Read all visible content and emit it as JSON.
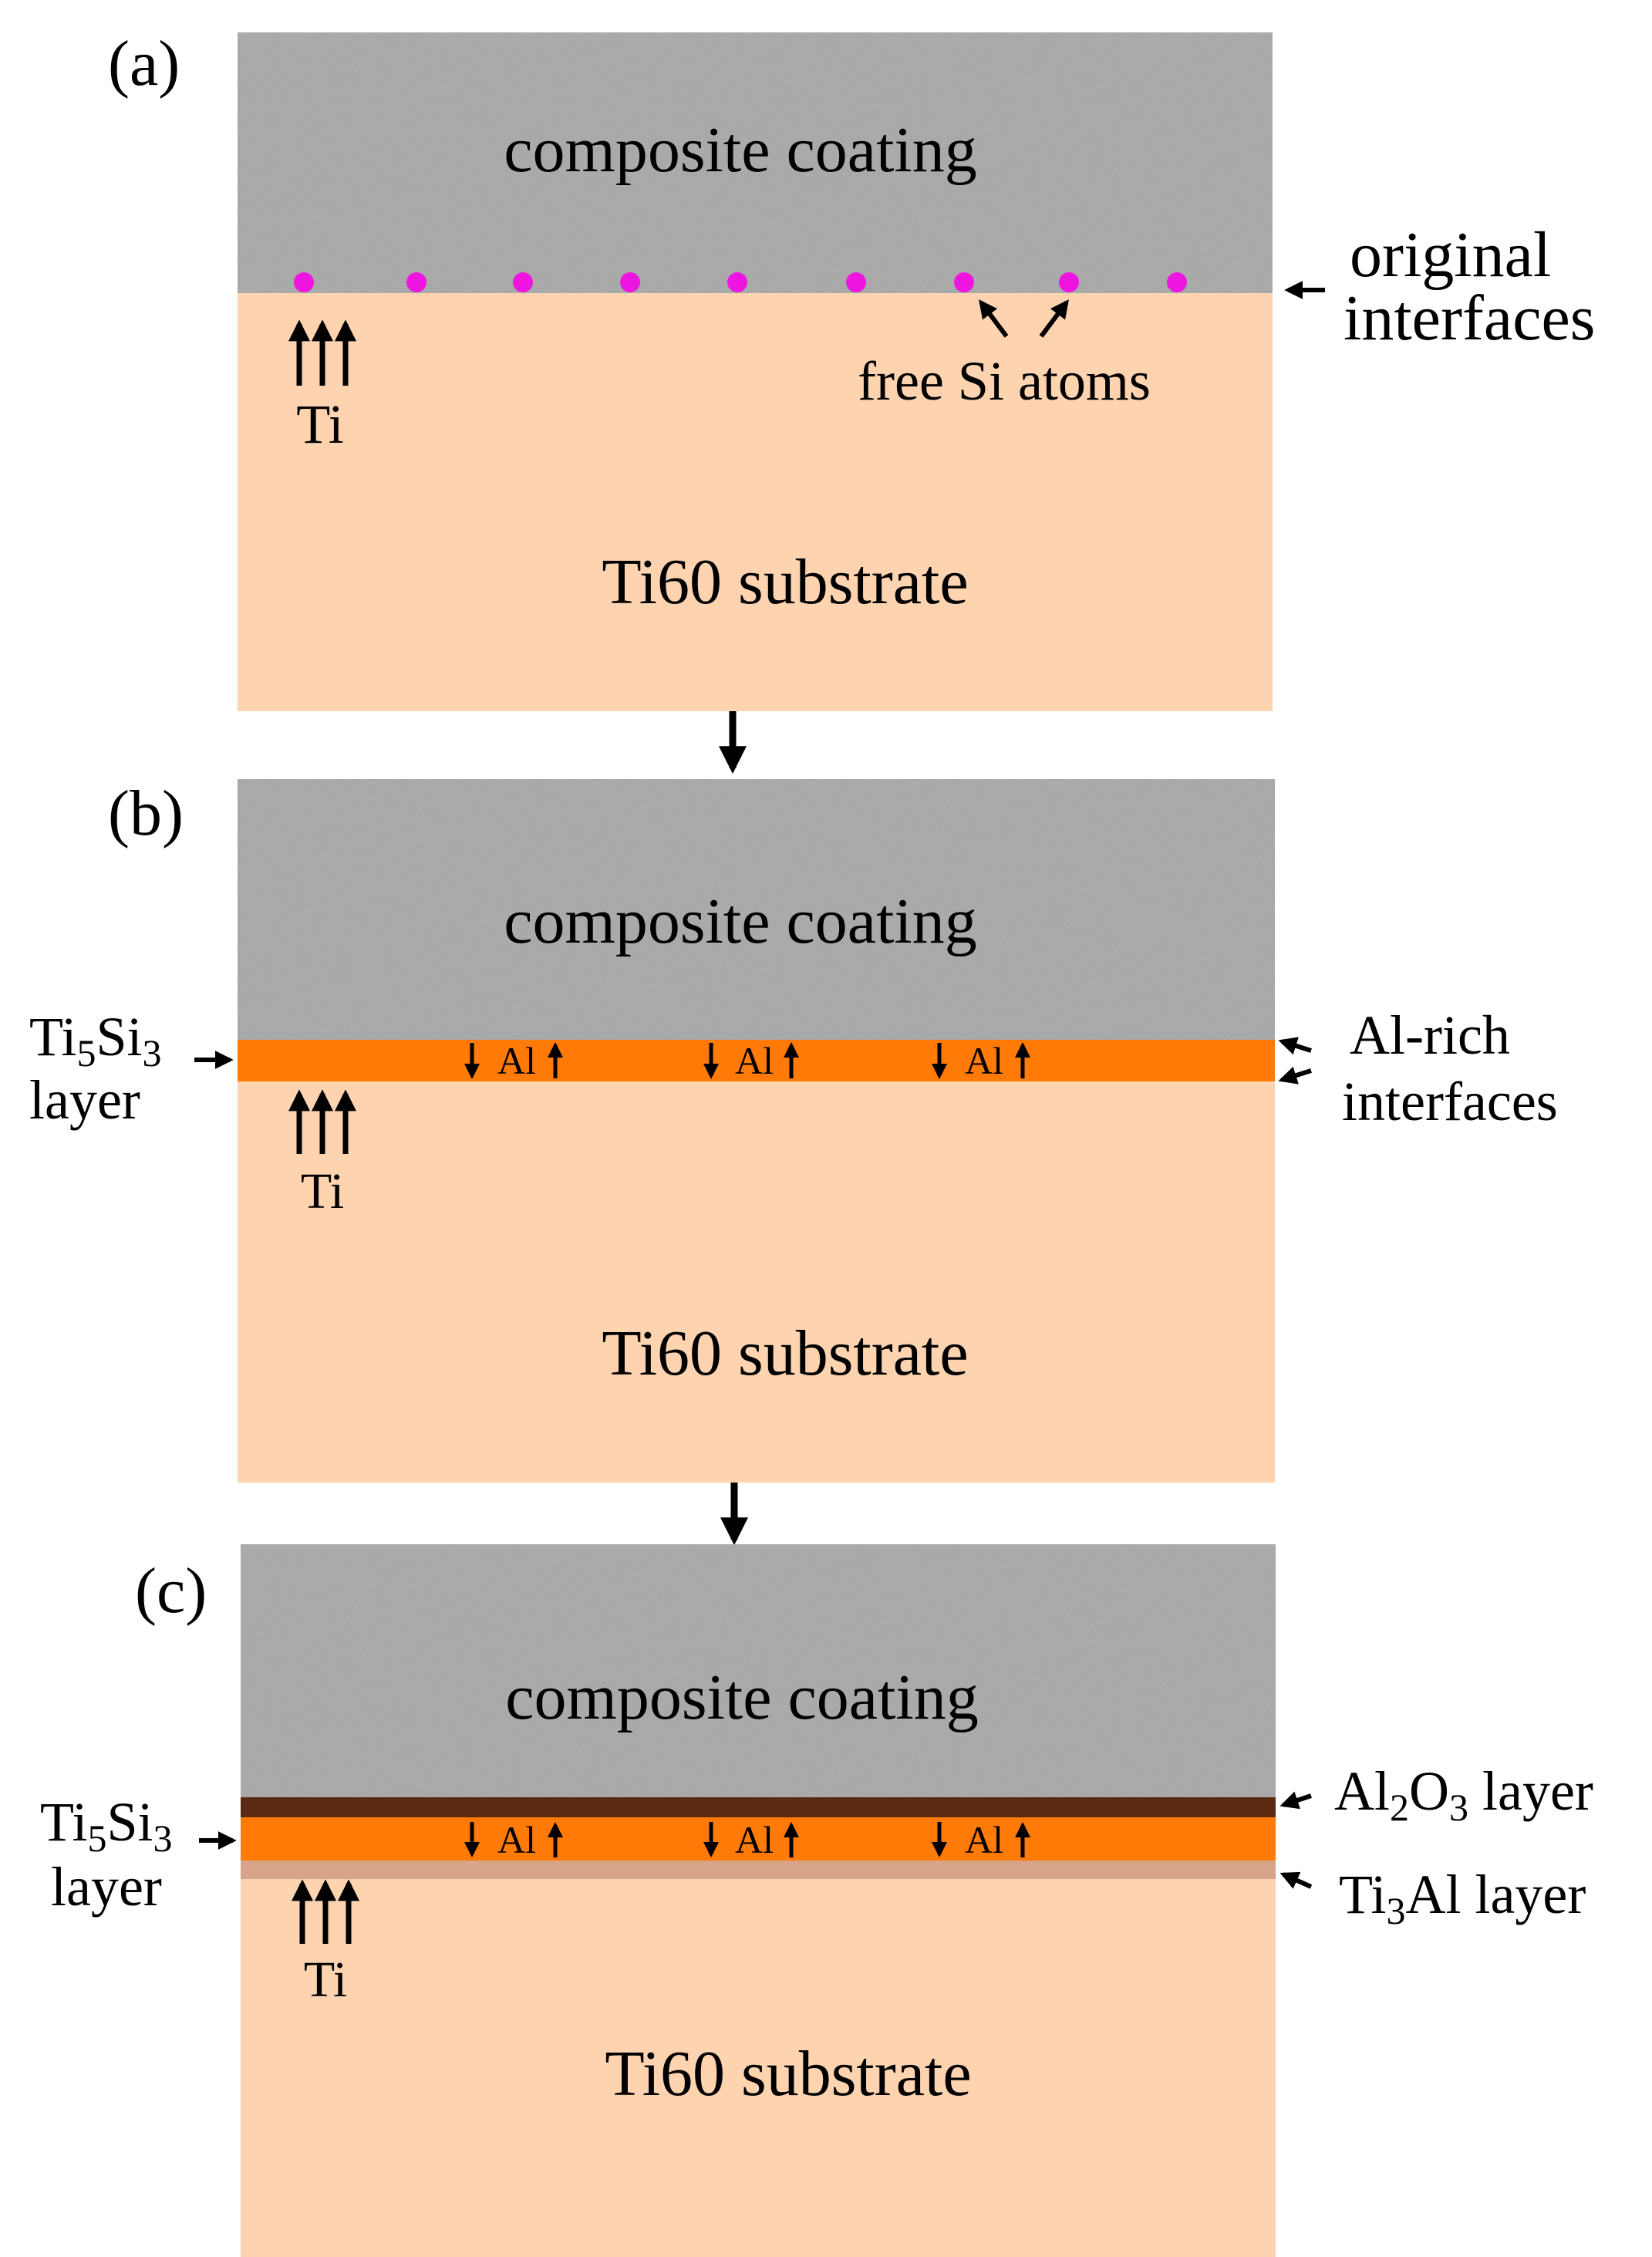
{
  "panels": [
    {
      "label": "(a)",
      "coating": "composite coating",
      "substrate": "Ti60 substrate",
      "ti_label": "Ti",
      "right_labels": {
        "original_line1": "original",
        "original_line2": "interfaces",
        "free_si": "free Si atoms"
      }
    },
    {
      "label": "(b)",
      "coating": "composite coating",
      "substrate": "Ti60 substrate",
      "ti_label": "Ti",
      "al_label": "Al",
      "left_label": {
        "ti": "Ti",
        "sub5": "5",
        "si": "Si",
        "sub3": "3",
        "line2": "layer"
      },
      "right_labels": {
        "line1": "Al-rich",
        "line2": "interfaces"
      }
    },
    {
      "label": "(c)",
      "coating": "composite coating",
      "substrate": "Ti60 substrate",
      "ti_label": "Ti",
      "al_label": "Al",
      "left_label": {
        "ti": "Ti",
        "sub5": "5",
        "si": "Si",
        "sub3": "3",
        "line2": "layer"
      },
      "al2o3_label": {
        "al": "Al",
        "sub2": "2",
        "o": "O",
        "sub3": "3",
        "rest": " layer"
      },
      "ti3al_label": {
        "ti": "Ti",
        "sub3": "3",
        "rest": "Al layer"
      }
    }
  ],
  "colors": {
    "coating": "#a9a9a9",
    "substrate": "#fdd3b0",
    "ti5si3": "#ff7a06",
    "al2o3": "#5a2a12",
    "ti3al": "#d9a58a",
    "si_dot": "#ee15e0"
  }
}
